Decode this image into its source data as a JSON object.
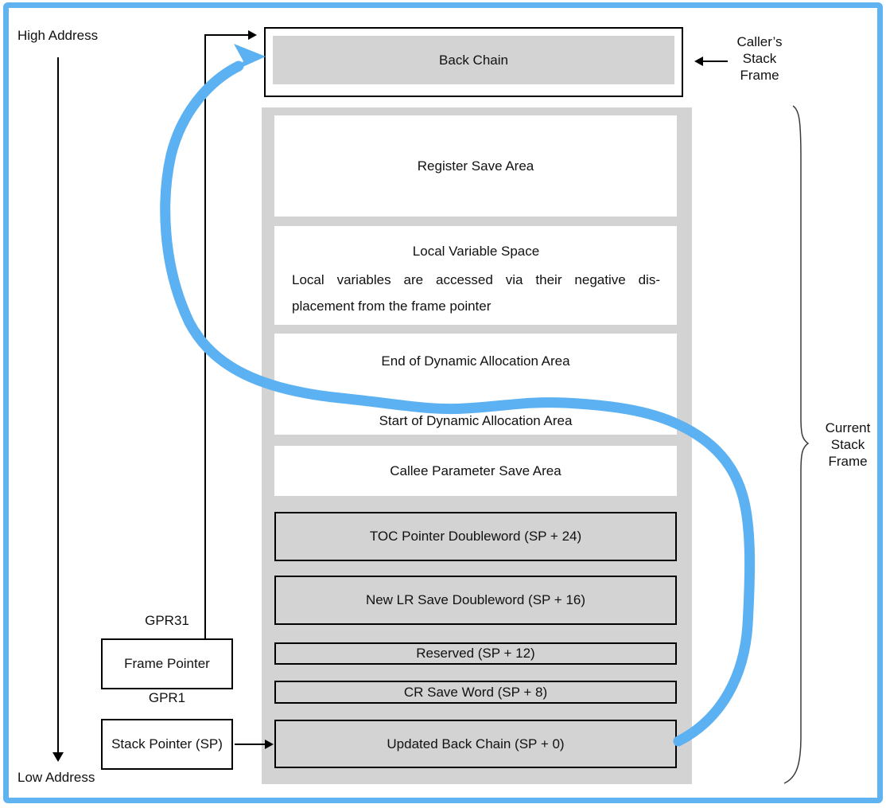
{
  "colors": {
    "accent_blue": "#5bb1f1",
    "frame_border_blue": "#5fb3f1",
    "box_gray": "#d3d3d3",
    "line_black": "#000000"
  },
  "address_labels": {
    "high": "High Address",
    "low": "Low Address"
  },
  "caller_frame": {
    "back_chain_label": "Back Chain",
    "side_label_lines": [
      "Caller’s",
      "Stack",
      "Frame"
    ]
  },
  "current_frame": {
    "side_label_lines": [
      "Current",
      "Stack",
      "Frame"
    ],
    "boxes": [
      {
        "label": "Register Save Area"
      },
      {
        "title": "Local Variable Space",
        "line1": "Local variables are accessed via their negative dis-",
        "line2": "placement from the frame pointer"
      },
      {
        "top_label": "End of Dynamic Allocation Area",
        "bottom_label": "Start of Dynamic Allocation Area"
      },
      {
        "label": "Callee Parameter Save Area"
      },
      {
        "label": "TOC Pointer Doubleword (SP + 24)"
      },
      {
        "label": "New LR Save Doubleword (SP + 16)"
      },
      {
        "label": "Reserved (SP + 12)"
      },
      {
        "label": "CR Save Word (SP + 8)"
      },
      {
        "label": "Updated Back Chain (SP + 0)"
      }
    ]
  },
  "registers": {
    "gpr31_label": "GPR31",
    "frame_pointer_label": "Frame Pointer",
    "gpr1_label": "GPR1",
    "stack_pointer_label": "Stack Pointer (SP)"
  }
}
